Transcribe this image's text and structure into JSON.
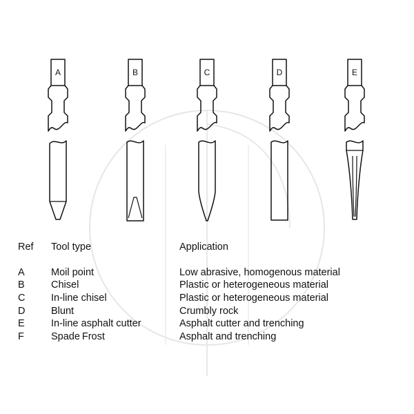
{
  "tools": [
    {
      "id": "A",
      "tip": "point"
    },
    {
      "id": "B",
      "tip": "chisel"
    },
    {
      "id": "C",
      "tip": "inline-chisel"
    },
    {
      "id": "D",
      "tip": "blunt"
    },
    {
      "id": "E",
      "tip": "asphalt-cutter"
    }
  ],
  "legend": {
    "headers": {
      "ref": "Ref",
      "type": "Tool type",
      "application": "Application"
    },
    "rows": [
      {
        "ref": "A",
        "type": "Moil point",
        "application": "Low abrasive, homogenous material"
      },
      {
        "ref": "B",
        "type": "Chisel",
        "application": "Plastic or heterogeneous material"
      },
      {
        "ref": "C",
        "type": "In-line chisel",
        "application": "Plastic or heterogeneous material"
      },
      {
        "ref": "D",
        "type": "Blunt",
        "application": "Crumbly rock"
      },
      {
        "ref": "E",
        "type": "In-line asphalt cutter",
        "application": "Asphalt cutter and trenching"
      },
      {
        "ref": "F",
        "type": "Spade Frost",
        "application": "Asphalt and trenching"
      }
    ]
  },
  "colors": {
    "stroke": "#111111",
    "watermark": "#e4e4e4",
    "background": "#ffffff"
  }
}
